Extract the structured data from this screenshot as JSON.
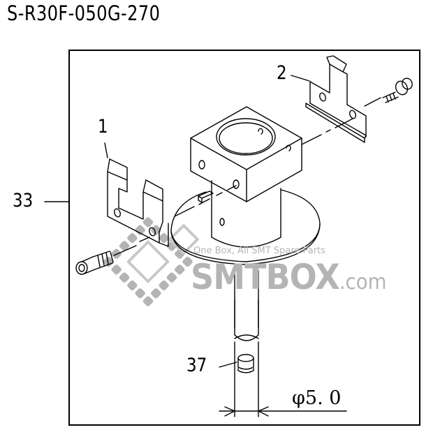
{
  "title": "S-R30F-050G-270",
  "callouts": {
    "part_1": "1",
    "part_2": "2",
    "part_33": "33",
    "part_37": "37"
  },
  "dimension": {
    "symbol": "φ",
    "value": "5.0",
    "label": "φ5. 0"
  },
  "watermark": {
    "tagline": "One Box, All SMT Spare Parts",
    "brand": "SMTBOX",
    "domain": ".com",
    "color": "#b4b4b4"
  },
  "colors": {
    "line": "#000000",
    "background": "#ffffff"
  }
}
